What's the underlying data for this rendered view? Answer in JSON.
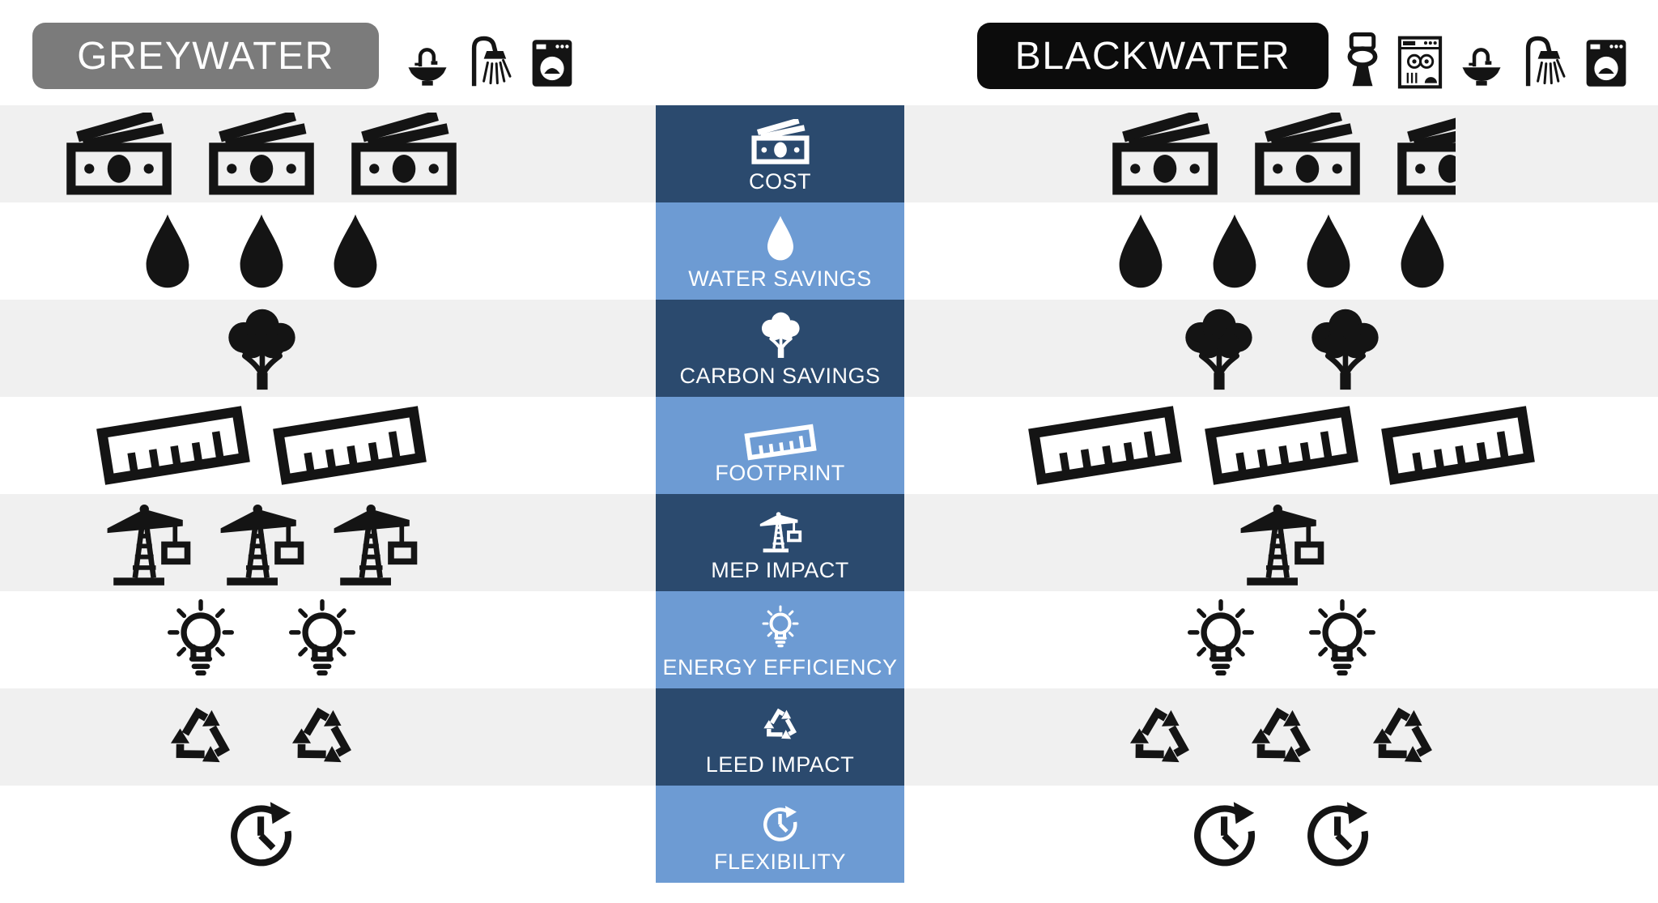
{
  "header": {
    "left": {
      "label": "GREYWATER",
      "badge_color": "#7b7b7b",
      "fixture_icons": [
        "sink",
        "shower",
        "washing-machine"
      ]
    },
    "right": {
      "label": "BLACKWATER",
      "badge_color": "#0c0c0c",
      "fixture_icons": [
        "toilet",
        "dishwasher",
        "sink",
        "shower",
        "washing-machine"
      ]
    }
  },
  "colors": {
    "band_dark": "#2b4a6e",
    "band_light": "#6d9bd3",
    "stripe_grey": "#f0f0f0",
    "stripe_white": "#ffffff",
    "icon_black": "#141414"
  },
  "rows": [
    {
      "label": "COST",
      "icon": "money",
      "band": "dark",
      "greywater": 3,
      "blackwater": 2.5
    },
    {
      "label": "WATER SAVINGS",
      "icon": "drop",
      "band": "light",
      "greywater": 3,
      "blackwater": 4
    },
    {
      "label": "CARBON SAVINGS",
      "icon": "tree",
      "band": "dark",
      "greywater": 1,
      "blackwater": 2
    },
    {
      "label": "FOOTPRINT",
      "icon": "ruler",
      "band": "light",
      "greywater": 2,
      "blackwater": 3
    },
    {
      "label": "MEP IMPACT",
      "icon": "crane",
      "band": "dark",
      "greywater": 3,
      "blackwater": 1
    },
    {
      "label": "ENERGY EFFICIENCY",
      "icon": "bulb",
      "band": "light",
      "greywater": 2,
      "blackwater": 2
    },
    {
      "label": "LEED IMPACT",
      "icon": "recycle",
      "band": "dark",
      "greywater": 2,
      "blackwater": 3
    },
    {
      "label": "FLEXIBILITY",
      "icon": "clock",
      "band": "light",
      "greywater": 1,
      "blackwater": 2
    }
  ]
}
